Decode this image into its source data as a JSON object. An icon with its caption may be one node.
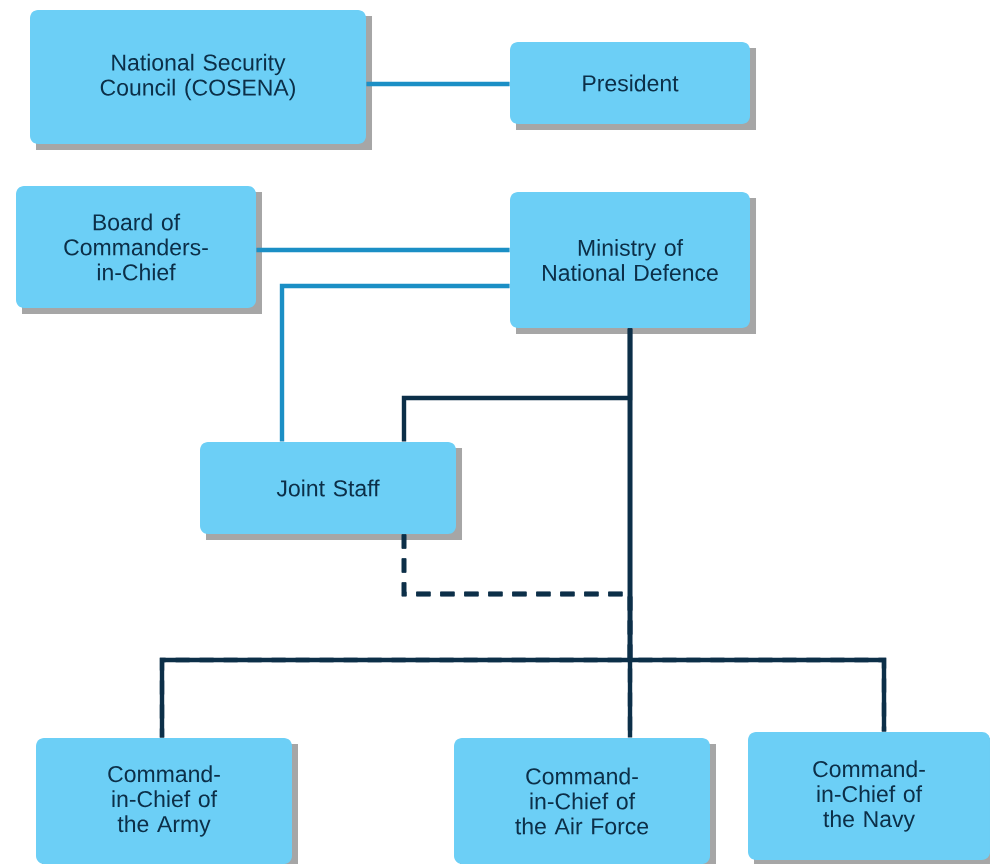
{
  "diagram": {
    "nodes": [
      {
        "text": [
          "National Security Council (COSENA)"
        ]
      },
      {
        "text": [
          "President"
        ]
      },
      {
        "text": [
          "Board of Commanders-in-Chief"
        ]
      },
      {
        "text": [
          "Ministry of National Defence"
        ]
      },
      {
        "text": [
          "Joint Staff"
        ]
      },
      {
        "text": [
          "Command-in-Chief of the Army"
        ]
      },
      {
        "text": [
          "Command-in-Chief of the Air Force"
        ]
      },
      {
        "text": [
          "Command-in-Chief of the Navy"
        ]
      }
    ],
    "edges": [
      {
        "from": 0,
        "to": 1,
        "arrow": "none",
        "color": "#1b8fc5"
      },
      {
        "from": 2,
        "to": 3,
        "arrow": "none",
        "color": "#1b8fc5"
      },
      {
        "from": 3,
        "to": 4,
        "arrow": "none",
        "color": "#1b8fc5"
      },
      {
        "from": 3,
        "to": 4,
        "arrow": "none"
      },
      {
        "from": 4,
        "to": 5,
        "arrow": "none",
        "style": "dashed"
      },
      {
        "from": 4,
        "to": 6,
        "arrow": "none",
        "style": "dashed"
      },
      {
        "from": 4,
        "to": 7,
        "arrow": "none",
        "style": "dashed"
      },
      {
        "from": 3,
        "to": 5,
        "arrow": "none"
      },
      {
        "from": 3,
        "to": 6,
        "arrow": "none"
      },
      {
        "from": 3,
        "to": 7,
        "arrow": "none"
      }
    ]
  }
}
